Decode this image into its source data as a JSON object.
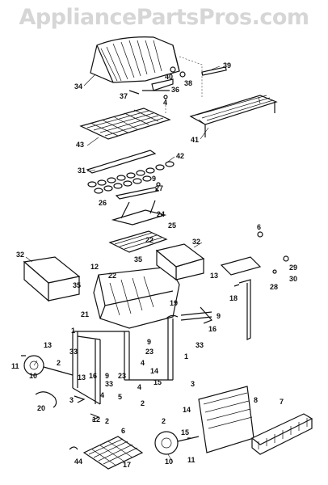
{
  "watermark": "AppliancePartsPros.com",
  "parts": [
    "1",
    "2",
    "3",
    "4",
    "5",
    "6",
    "7",
    "8",
    "9",
    "10",
    "11",
    "12",
    "13",
    "14",
    "15",
    "16",
    "17",
    "18",
    "19",
    "20",
    "21",
    "22",
    "23",
    "24",
    "25",
    "26",
    "27",
    "28",
    "29",
    "30",
    "31",
    "32",
    "33",
    "34",
    "35",
    "36",
    "37",
    "38",
    "39",
    "40",
    "41",
    "42",
    "43",
    "44"
  ]
}
